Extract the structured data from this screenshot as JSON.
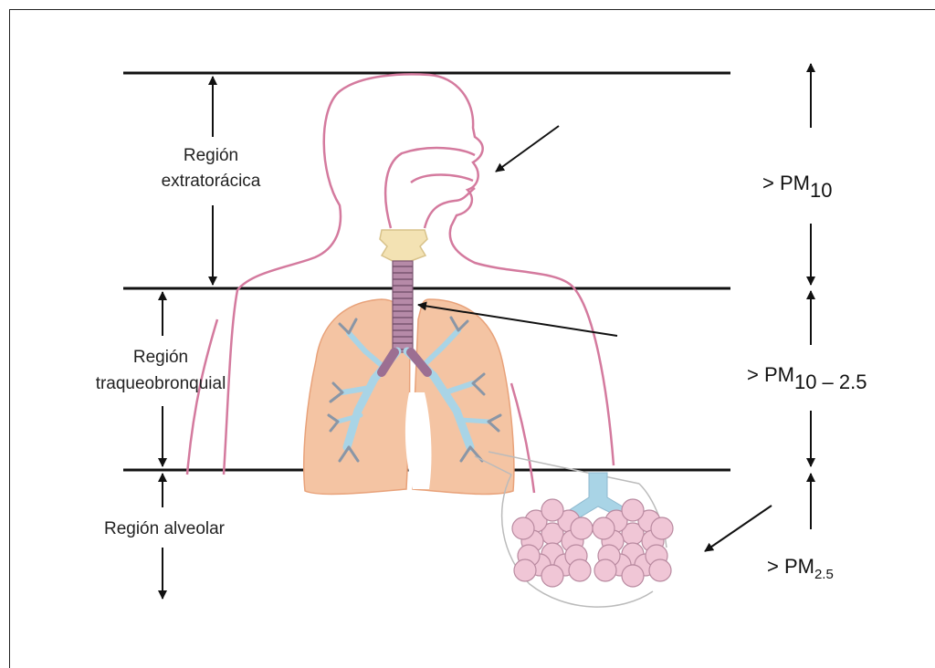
{
  "regions": {
    "extrathoracic_line1": "Región",
    "extrathoracic_line2": "extratorácica",
    "tracheobronchial_line1": "Región",
    "tracheobronchial_line2": "traqueobronquial",
    "alveolar": "Región alveolar"
  },
  "particles": {
    "pm10_prefix": "> PM",
    "pm10_sub": "10",
    "pm10_25_prefix": "> PM",
    "pm10_25_sub": "10 – 2.5",
    "pm25_prefix": "> PM",
    "pm25_sub": "2.5"
  },
  "colors": {
    "body_outline": "#d47a9e",
    "lung_fill": "#f4c4a3",
    "bronchi": "#a9d4e6",
    "trachea": "#b68aa8",
    "alveoli": "#f0c6d6",
    "larynx": "#f3e2b3"
  }
}
